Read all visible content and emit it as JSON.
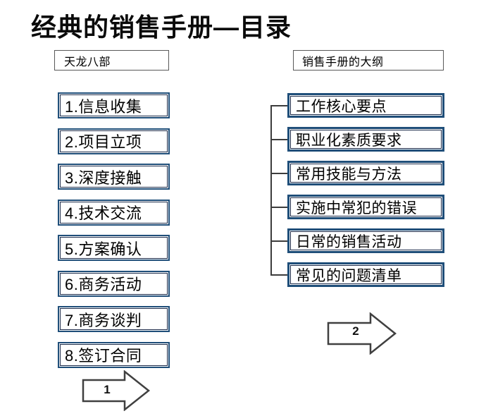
{
  "title": "经典的销售手册—目录",
  "left_panel": {
    "header": "天龙八部",
    "items": [
      "1.信息收集",
      "2.项目立项",
      "3.深度接触",
      "4.技术交流",
      "5.方案确认",
      "6.商务活动",
      "7.商务谈判",
      "8.签订合同"
    ],
    "arrow_label": "1"
  },
  "right_panel": {
    "header": "销售手册的大纲",
    "items": [
      "工作核心要点",
      "职业化素质要求",
      "常用技能与方法",
      "实施中常犯的错误",
      "日常的销售活动",
      "常见的问题清单"
    ],
    "arrow_label": "2"
  },
  "colors": {
    "box_border": "#1f4e79",
    "box_inner_border": "#1c2b4a",
    "header_border": "#595959",
    "connector": "#3c3c3c",
    "arrow_outline": "#404040",
    "text": "#000000"
  }
}
